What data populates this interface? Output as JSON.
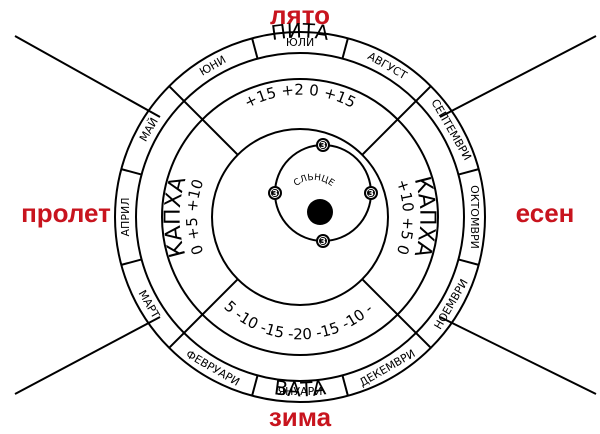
{
  "seasons": {
    "summer": "лято",
    "autumn": "есен",
    "winter": "зима",
    "spring": "пролет"
  },
  "months": [
    "ЮЛИ",
    "АВГУСТ",
    "СЕПТЕМВРИ",
    "ОКТОМВРИ",
    "НОЕМВРИ",
    "ДЕКЕМВРИ",
    "ЯНУАРИ",
    "ФЕВРУАРИ",
    "МАРТ",
    "АПРИЛ",
    "МАЙ",
    "ЮНИ"
  ],
  "doshas": {
    "top": "ПИТА",
    "bottom": "ВАТА",
    "left": "КАПХА",
    "right": "КАПХА"
  },
  "temperatures": {
    "top": "+15  +2 0  +15",
    "bottom": "-5 -10 -15 -20 -15 -10 -5",
    "left": "0  +5  +10",
    "right": "+10  +5 0"
  },
  "center": {
    "label": "СЛЬНЦЕ",
    "earth_symbol": "З",
    "colors": {
      "ink": "#000000",
      "season_red": "#c8141e"
    }
  }
}
